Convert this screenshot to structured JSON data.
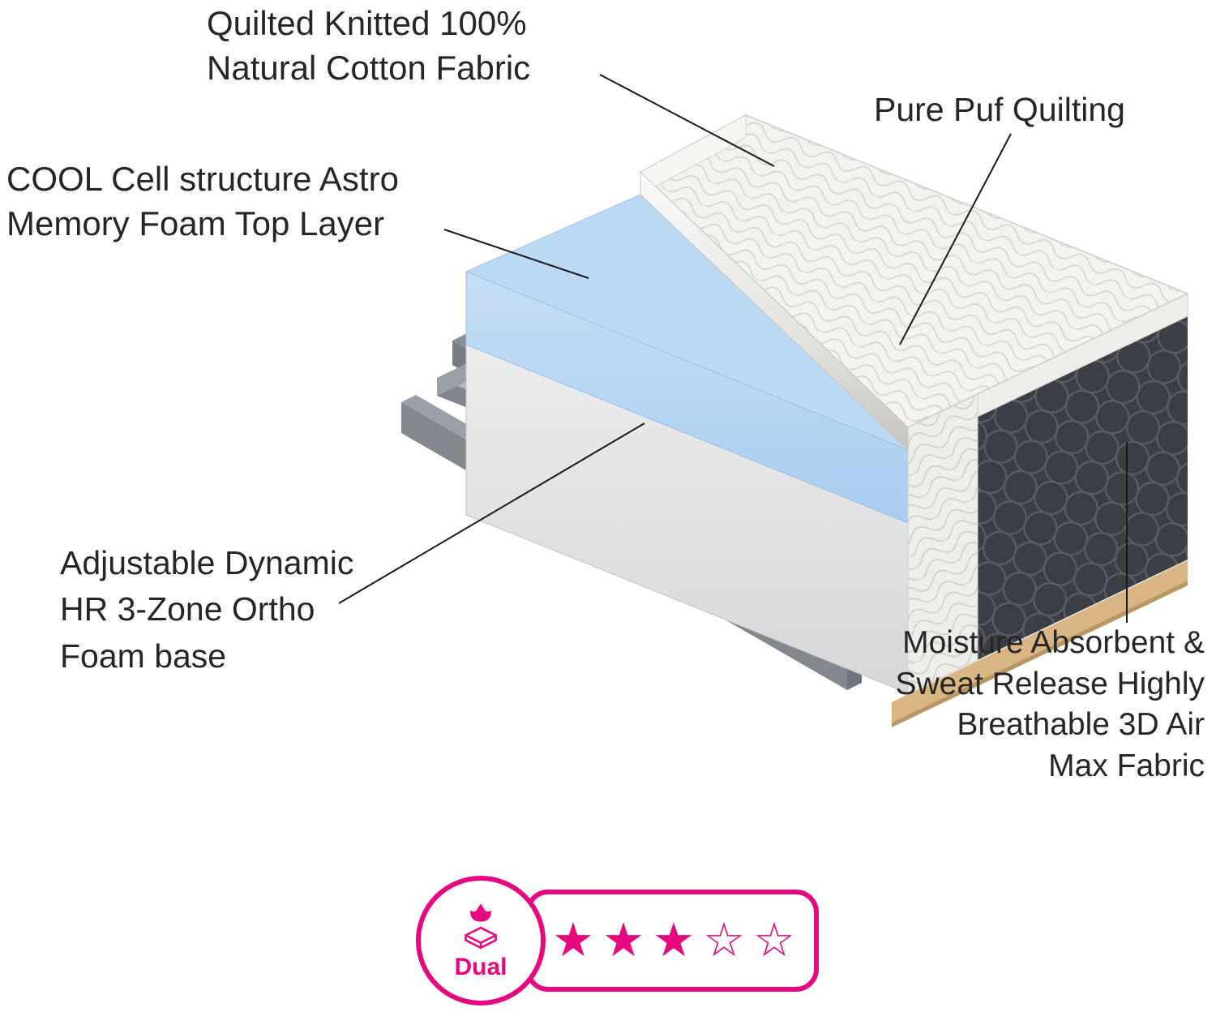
{
  "labels": {
    "quilted_fabric": "Quilted Knitted 100%\nNatural Cotton Fabric",
    "pure_puf": "Pure Puf Quilting",
    "cool_cell": "COOL Cell structure Astro\nMemory Foam Top Layer",
    "ortho_base": "Adjustable Dynamic\nHR 3-Zone Ortho\nFoam base",
    "air_max": "Moisture Absorbent &\nSweat Release Highly\nBreathable 3D Air\nMax Fabric"
  },
  "badge": {
    "dual_label": "Dual",
    "rating_filled": "★★★",
    "rating_empty": "☆☆",
    "rating_value": 3,
    "rating_max": 5,
    "accent_color": "#e5087f"
  },
  "diagram": {
    "parts": [
      "quilted-cotton-cover",
      "memory-foam-top-layer",
      "ortho-foam-base",
      "3d-air-max-side-fabric",
      "wooden-slats",
      "plywood-board",
      "bed-frame-rails"
    ],
    "colors": {
      "memory_foam_blue": "#bcd9f4",
      "foam_base_gray": "#e4e5e7",
      "side_fabric_dark": "#3b3e44",
      "slat_wood": "#d9ae72",
      "frame_gray": "#8d939a"
    }
  }
}
